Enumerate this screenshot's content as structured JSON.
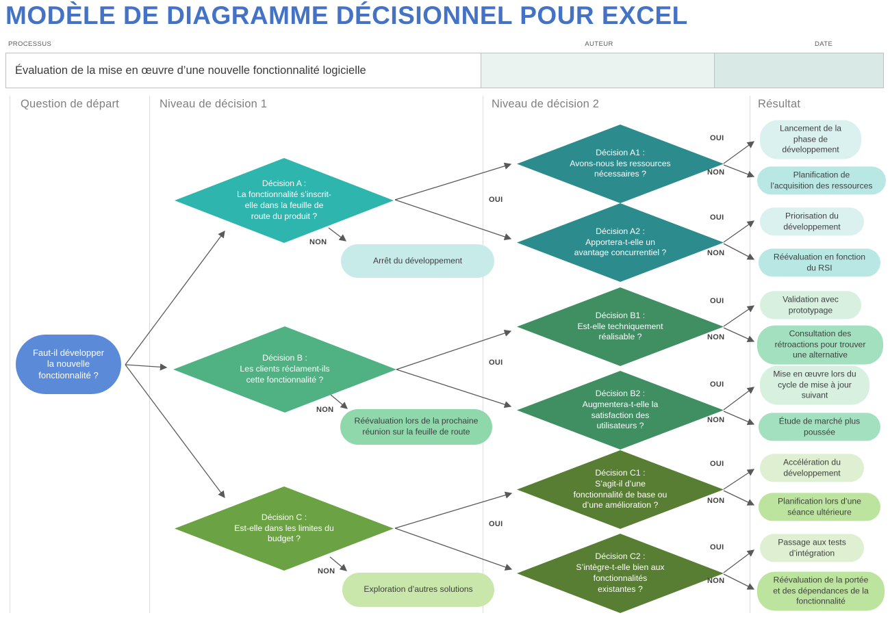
{
  "title": "MODÈLE DE DIAGRAMME DÉCISIONNEL POUR EXCEL",
  "meta": {
    "process_label": "PROCESSUS",
    "process_value": "Évaluation de la mise en œuvre d’une nouvelle fonctionnalité logicielle",
    "author_label": "AUTEUR",
    "author_value": "",
    "date_label": "DATE",
    "date_value": ""
  },
  "columns": {
    "start": "Question de départ",
    "level1": "Niveau de décision 1",
    "level2": "Niveau de décision 2",
    "result": "Résultat"
  },
  "branch_labels": {
    "yes": "OUI",
    "no": "NON"
  },
  "nodes": {
    "start": "Faut-il développer\nla nouvelle\nfonctionnalité ?",
    "a": "Décision A :\nLa fonctionnalité s’inscrit-\nelle dans la feuille de\nroute du produit ?",
    "a_no": "Arrêt du développement",
    "a1": "Décision A1 :\nAvons-nous les ressources\nnécessaires ?",
    "a2": "Décision A2 :\nApportera-t-elle un\navantage concurrentiel ?",
    "b": "Décision B :\nLes clients réclament-ils\ncette fonctionnalité ?",
    "b_no": "Réévaluation lors de la prochaine\nréunion sur la feuille de route",
    "b1": "Décision B1 :\nEst-elle techniquement\nréalisable ?",
    "b2": "Décision B2 :\nAugmentera-t-elle la\nsatisfaction des\nutilisateurs ?",
    "c": "Décision C :\nEst-elle dans les limites du\nbudget ?",
    "c_no": "Exploration d’autres solutions",
    "c1": "Décision C1 :\nS’agit-il d’une\nfonctionnalité de base ou\nd’une amélioration ?",
    "c2": "Décision C2 :\nS’intègre-t-elle bien aux\nfonctionnalités\nexistantes ?"
  },
  "results": [
    {
      "text": "Lancement de la\nphase de\ndéveloppement"
    },
    {
      "text": "Planification de\nl’acquisition des ressources"
    },
    {
      "text": "Priorisation du\ndéveloppement"
    },
    {
      "text": "Réévaluation en fonction\ndu RSI"
    },
    {
      "text": "Validation avec\nprototypage"
    },
    {
      "text": "Consultation des\nrétroactions pour trouver\nune alternative"
    },
    {
      "text": "Mise en œuvre lors du\ncycle de mise à jour\nsuivant"
    },
    {
      "text": "Étude de marché plus\npoussée"
    },
    {
      "text": "Accélération du\ndéveloppement"
    },
    {
      "text": "Planification lors d’une\nséance ultérieure"
    },
    {
      "text": "Passage aux tests\nd’intégration"
    },
    {
      "text": "Réévaluation de la portée\net des dépendances de la\nfonctionnalité"
    }
  ],
  "colors": {
    "title": "#4472C4",
    "start": "#5B8BD8",
    "decision_a": "#2DB5AE",
    "decision_a_sub": "#2B8B8D",
    "decision_b": "#50B183",
    "decision_b_sub": "#3F8F63",
    "decision_c": "#6BA344",
    "decision_c_sub": "#577E33",
    "pill_a_no": "#C7EBE8",
    "pill_b_no": "#8FD8AC",
    "pill_c_no": "#C9E6AB",
    "result_teal_light": "#DAF1EF",
    "result_teal_medium": "#B9E8E4",
    "result_green_light": "#D7F0E0",
    "result_green_medium": "#A3E0BF",
    "result_olive_light": "#DEF0D1",
    "result_olive_medium": "#BCE49F",
    "field_author": "#EAF3EF",
    "field_date": "#D9E9E5",
    "connector": "#595959",
    "divider": "#DCDCDC"
  }
}
